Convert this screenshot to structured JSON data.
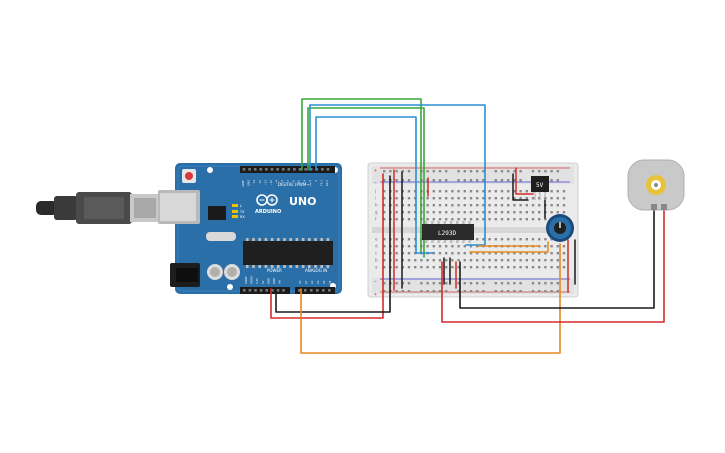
{
  "arduino": {
    "brand": "UNO",
    "logo_text": "ARDUINO",
    "digital_header": "DIGITAL (PWM~)",
    "power_header": "POWER",
    "analog_header": "ANALOG IN",
    "tx_label": "TX",
    "rx_label": "RX",
    "l_label": "L",
    "digital_pins": [
      "AREF",
      "GND",
      "13",
      "12",
      "~11",
      "~10",
      "~9",
      "8",
      "7",
      "~6",
      "~5",
      "4",
      "~3",
      "2",
      "TX 1",
      "RX 0"
    ],
    "power_pins": [
      "IOREF",
      "RESET",
      "3.3V",
      "5V",
      "GND",
      "GND",
      "Vin"
    ],
    "analog_pins": [
      "A0",
      "A1",
      "A2",
      "A3",
      "A4",
      "A5"
    ]
  },
  "breadboard": {
    "row_letters_top": [
      "j",
      "i",
      "h",
      "g",
      "f"
    ],
    "row_letters_bottom": [
      "e",
      "d",
      "c",
      "b",
      "a"
    ],
    "rail_plus": "+",
    "rail_minus": "−"
  },
  "ic": {
    "label": "L293D"
  },
  "regulator": {
    "label": "5V"
  },
  "colors": {
    "board_blue": "#2a6fa8",
    "board_dark": "#1d5a8c",
    "wire_red": "#d42a2a",
    "wire_black": "#1a1a1a",
    "wire_green": "#3aa63a",
    "wire_blue": "#2a8fd4",
    "wire_orange": "#e8871e"
  }
}
